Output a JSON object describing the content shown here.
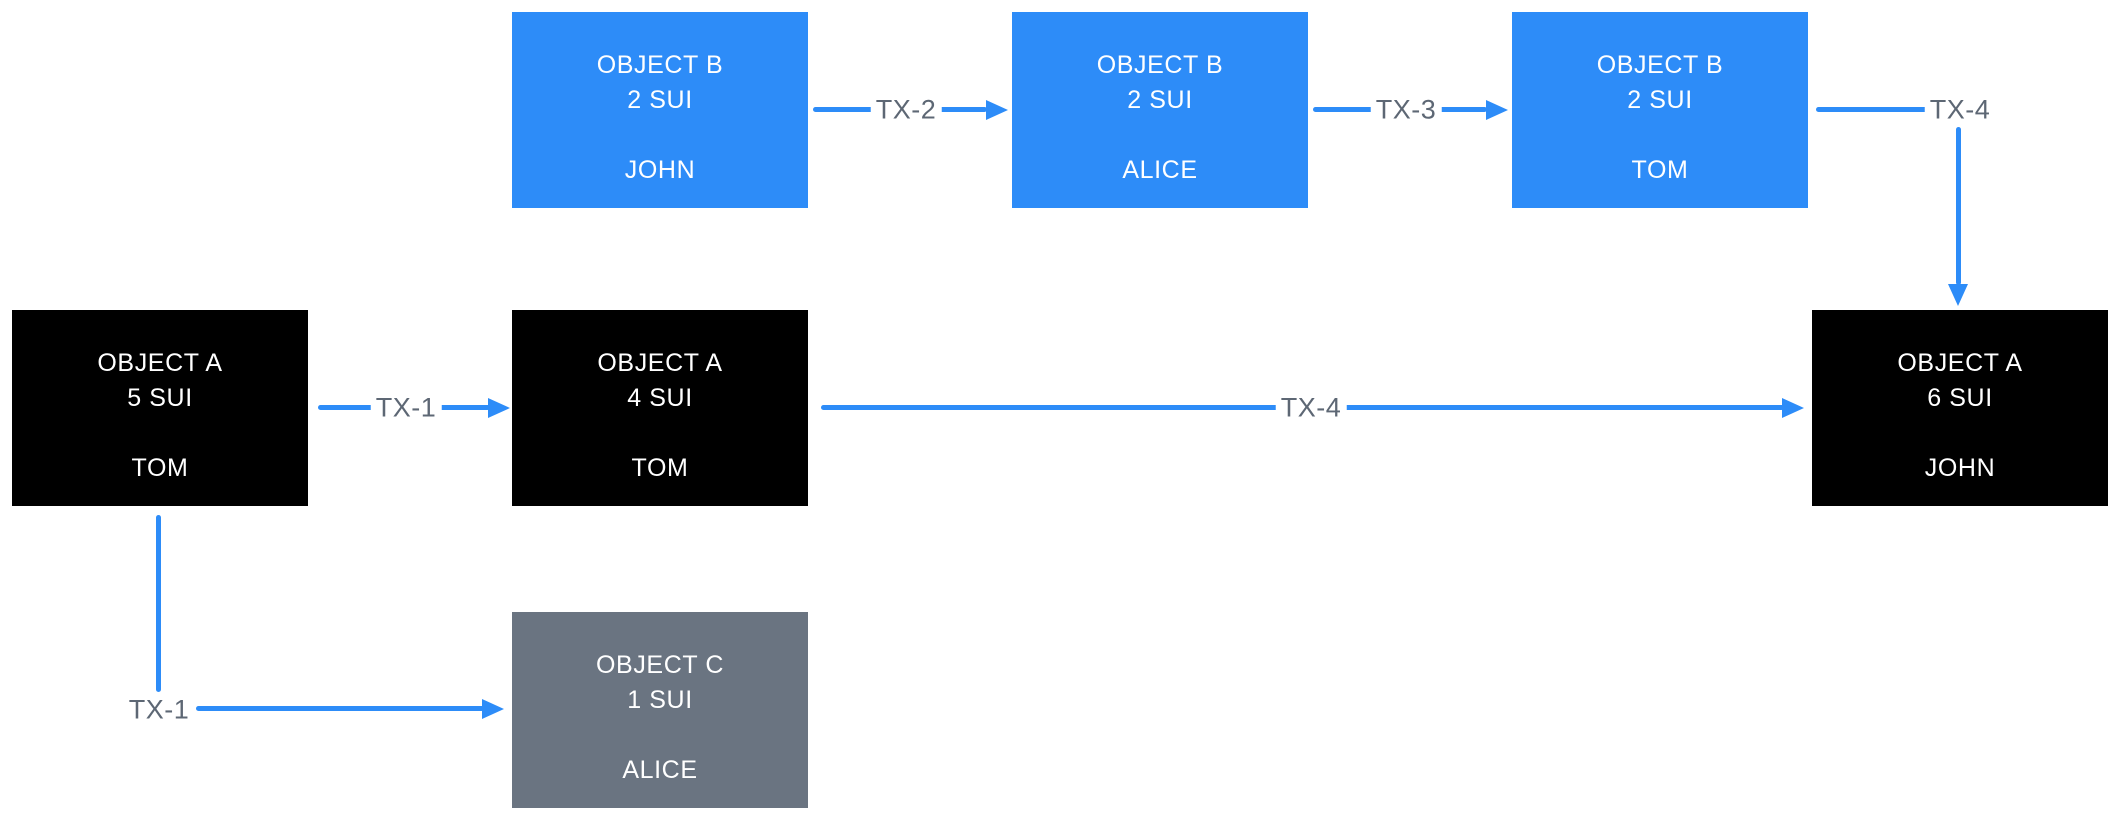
{
  "colors": {
    "node_blue": "#2d8cf8",
    "node_black": "#000000",
    "node_gray": "#6a7481",
    "arrow_blue": "#2d8cf8",
    "edge_label_gray": "#5d6774",
    "node_text": "#ffffff",
    "background": "#ffffff"
  },
  "nodes": [
    {
      "id": "object-b-john",
      "title": "OBJECT B",
      "amount": "2 SUI",
      "owner": "JOHN",
      "variant": "blue"
    },
    {
      "id": "object-b-alice",
      "title": "OBJECT B",
      "amount": "2 SUI",
      "owner": "ALICE",
      "variant": "blue"
    },
    {
      "id": "object-b-tom",
      "title": "OBJECT B",
      "amount": "2 SUI",
      "owner": "TOM",
      "variant": "blue"
    },
    {
      "id": "object-a-5-tom",
      "title": "OBJECT A",
      "amount": "5 SUI",
      "owner": "TOM",
      "variant": "black"
    },
    {
      "id": "object-a-4-tom",
      "title": "OBJECT A",
      "amount": "4 SUI",
      "owner": "TOM",
      "variant": "black"
    },
    {
      "id": "object-a-6-john",
      "title": "OBJECT A",
      "amount": "6 SUI",
      "owner": "JOHN",
      "variant": "black"
    },
    {
      "id": "object-c-1-alice",
      "title": "OBJECT C",
      "amount": "1 SUI",
      "owner": "ALICE",
      "variant": "gray"
    }
  ],
  "edges": [
    {
      "id": "tx1-a5-to-a4",
      "label": "TX-1",
      "from": "object-a-5-tom",
      "to": "object-a-4-tom"
    },
    {
      "id": "tx1-a5-to-c1",
      "label": "TX-1",
      "from": "object-a-5-tom",
      "to": "object-c-1-alice"
    },
    {
      "id": "tx2-bjohn-balice",
      "label": "TX-2",
      "from": "object-b-john",
      "to": "object-b-alice"
    },
    {
      "id": "tx3-balice-btom",
      "label": "TX-3",
      "from": "object-b-alice",
      "to": "object-b-tom"
    },
    {
      "id": "tx4-btom-to-a6",
      "label": "TX-4",
      "from": "object-b-tom",
      "to": "object-a-6-john"
    },
    {
      "id": "tx4-a4-to-a6",
      "label": "TX-4",
      "from": "object-a-4-tom",
      "to": "object-a-6-john"
    }
  ]
}
